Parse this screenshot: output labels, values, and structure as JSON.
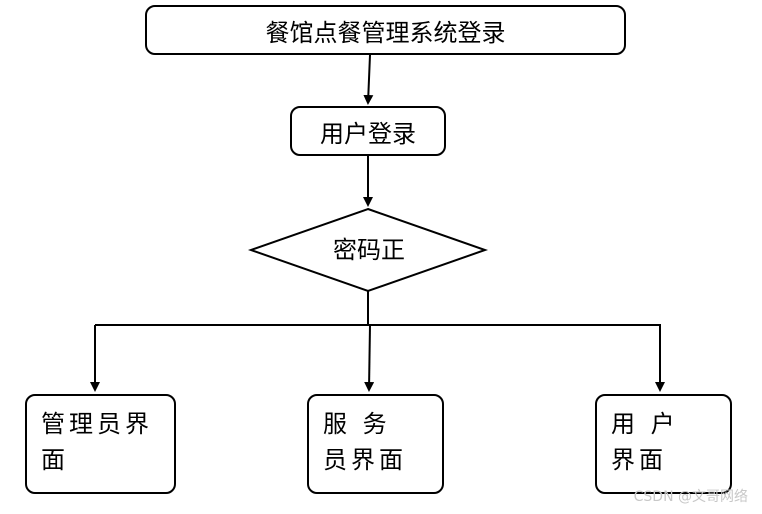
{
  "nodes": {
    "system_login": "餐馆点餐管理系统登录",
    "user_login": "用户登录",
    "password_check": "密码正",
    "admin_interface": "管理员界面",
    "staff_interface": "服 务 员界面",
    "user_interface": "用 户 界面"
  },
  "watermark": "CSDN @文哥网络"
}
